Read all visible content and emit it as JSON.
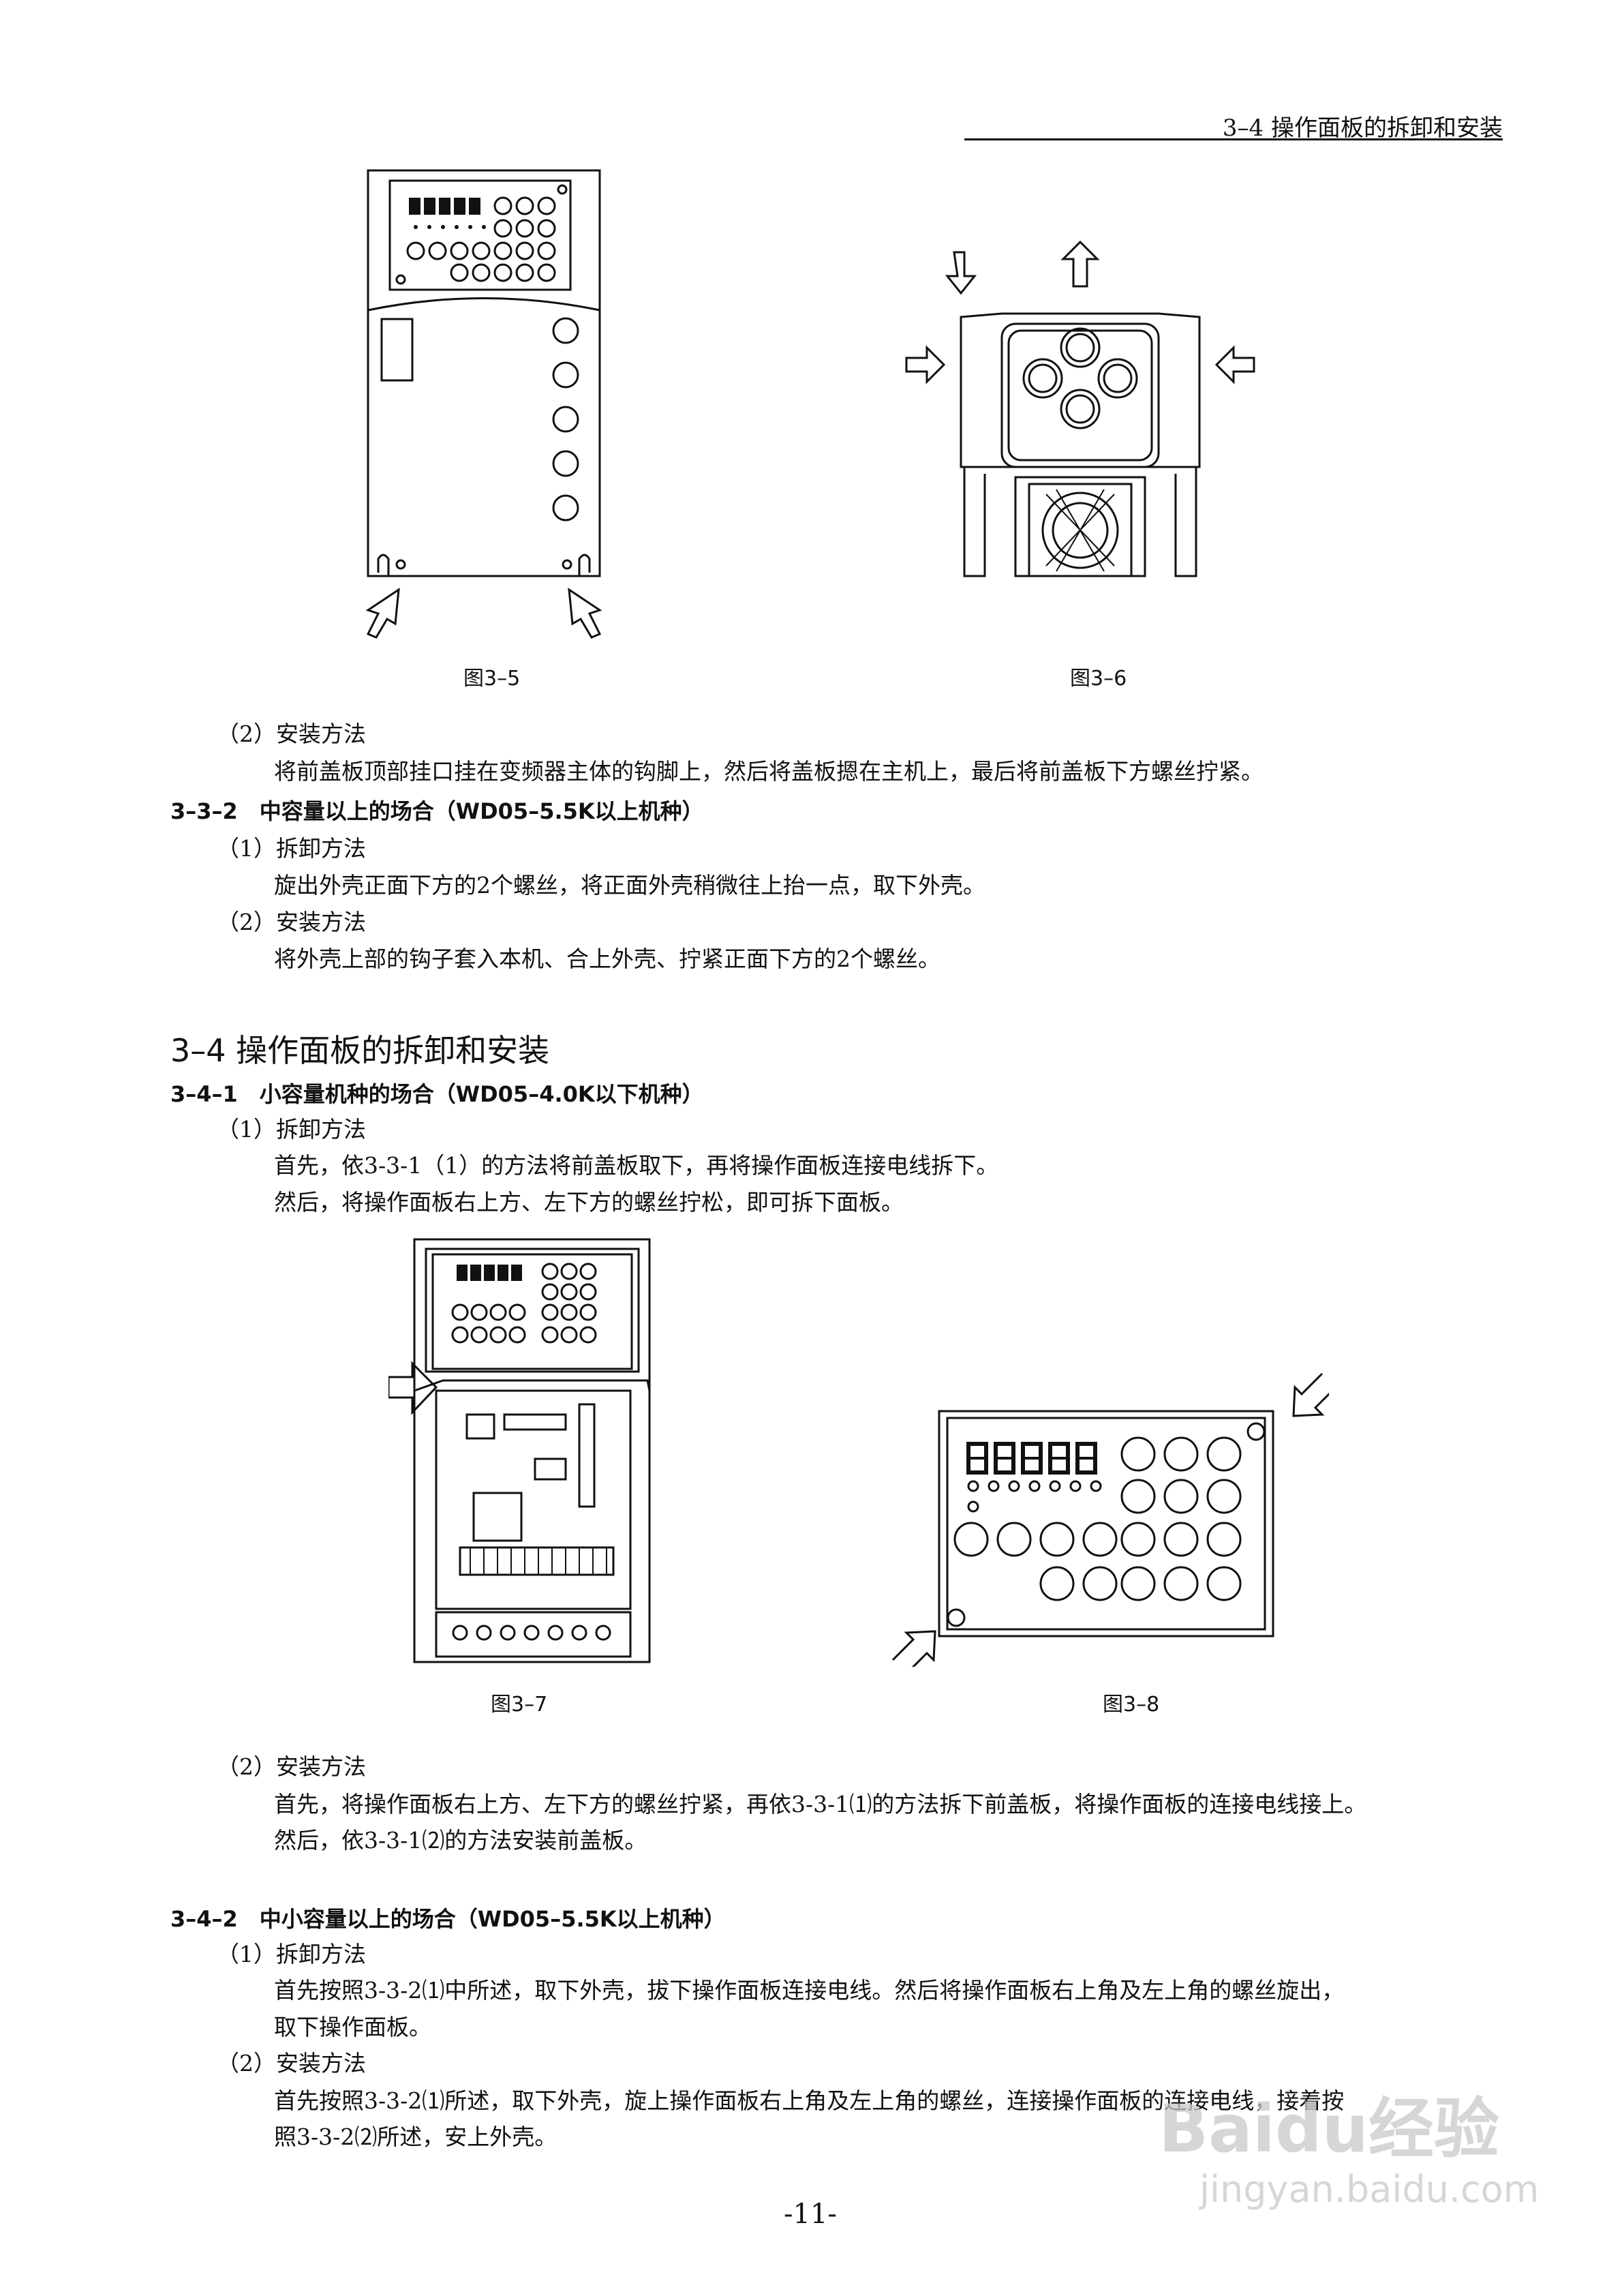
{
  "header": {
    "title": "3–4 操作面板的拆卸和安装"
  },
  "figures": {
    "fig35": "图3–5",
    "fig36": "图3–6",
    "fig37": "图3–7",
    "fig38": "图3–8"
  },
  "s333": {
    "install_title": "（2）安装方法",
    "install_text": "将前盖板顶部挂口挂在变频器主体的钩脚上，然后将盖板摁在主机上，最后将前盖板下方螺丝拧紧。"
  },
  "s332": {
    "heading": "3–3–2　中容量以上的场合（WD05–5.5K以上机种）",
    "remove_title": "（1）拆卸方法",
    "remove_text": "旋出外壳正面下方的2个螺丝，将正面外壳稍微往上抬一点，取下外壳。",
    "install_title": "（2）安装方法",
    "install_text": "将外壳上部的钩子套入本机、合上外壳、拧紧正面下方的2个螺丝。"
  },
  "s34": {
    "heading": "3–4 操作面板的拆卸和安装",
    "s341_heading": "3–4–1　小容量机种的场合（WD05–4.0K以下机种）",
    "remove_title": "（1）拆卸方法",
    "remove_line1": "首先，依3-3-1（1）的方法将前盖板取下，再将操作面板连接电线拆下。",
    "remove_line2": "然后，将操作面板右上方、左下方的螺丝拧松，即可拆下面板。",
    "install_title": "（2）安装方法",
    "install_line1": "首先，将操作面板右上方、左下方的螺丝拧紧，再依3-3-1⑴的方法拆下前盖板，将操作面板的连接电线接上。",
    "install_line2": "然后，依3-3-1⑵的方法安装前盖板。"
  },
  "s342": {
    "heading": "3–4–2　中小容量以上的场合（WD05–5.5K以上机种）",
    "remove_title": "（1）拆卸方法",
    "remove_line1": "首先按照3-3-2⑴中所述，取下外壳，拔下操作面板连接电线。然后将操作面板右上角及左上角的螺丝旋出，",
    "remove_line2": "取下操作面板。",
    "install_title": "（2）安装方法",
    "install_line1": "首先按照3-3-2⑴所述，取下外壳，旋上操作面板右上角及左上角的螺丝，连接操作面板的连接电线，接着按",
    "install_line2": "照3-3-2⑵所述，安上外壳。"
  },
  "page_number": "-11-",
  "watermark": {
    "brand": "Baidu经验",
    "url": "jingyan.baidu.com"
  }
}
